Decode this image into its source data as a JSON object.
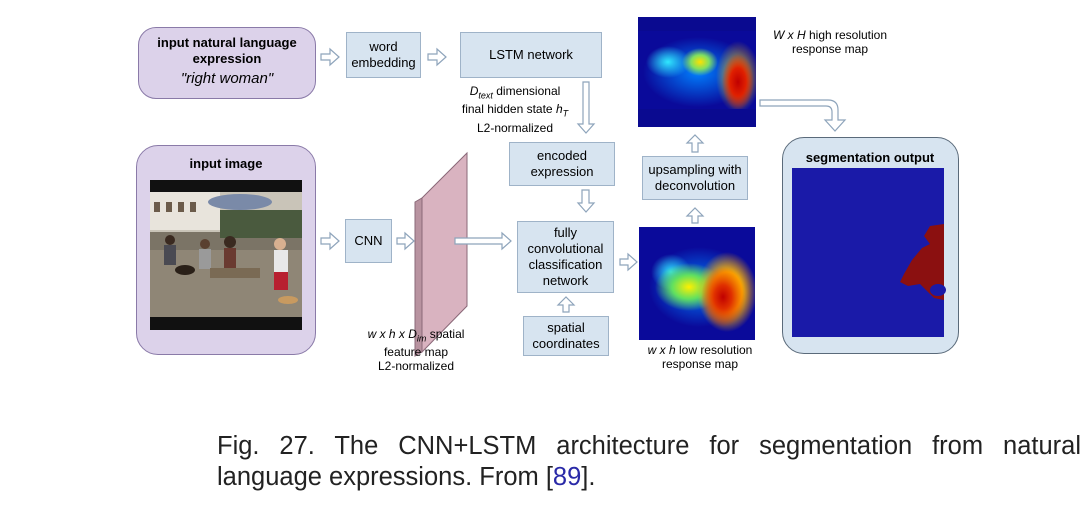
{
  "diagram": {
    "input_text_box": {
      "title": "input natural language expression",
      "example": "\"right woman\""
    },
    "input_image_box": {
      "title": "input image"
    },
    "word_embedding": "word embedding",
    "lstm": "LSTM network",
    "hidden_state_label": {
      "d_symbol": "D",
      "d_sub": "text",
      "line1_rest": " dimensional",
      "line2_prefix": "final hidden state ",
      "h_symbol": "h",
      "h_sub": "T",
      "line3": "L2-normalized"
    },
    "cnn": "CNN",
    "feature_map_label": {
      "prefix": "w x h x D",
      "sub": "im",
      "suffix": " spatial",
      "line2": "feature map",
      "line3": "L2-normalized"
    },
    "encoded_expression": "encoded expression",
    "fcn": "fully convolutional classification network",
    "spatial_coordinates": "spatial coordinates",
    "low_res_label": {
      "prefix": "w x h",
      "rest": " low resolution",
      "line2": "response map"
    },
    "upsampling": "upsampling with deconvolution",
    "high_res_label": {
      "prefix": "W x H",
      "rest": " high resolution",
      "line2": "response map"
    },
    "segmentation_box": {
      "title": "segmentation output"
    },
    "colors": {
      "box_fill": "#d7e4f0",
      "purple_fill": "#dcd2ea",
      "feature_map": "#d9b3c0",
      "seg_background": "#1a1aa8",
      "seg_foreground": "#8b1010"
    }
  },
  "caption": {
    "text": "Fig. 27. The CNN+LSTM architecture for segmentation from natural language expressions. From [",
    "ref": "89",
    "end": "]."
  }
}
